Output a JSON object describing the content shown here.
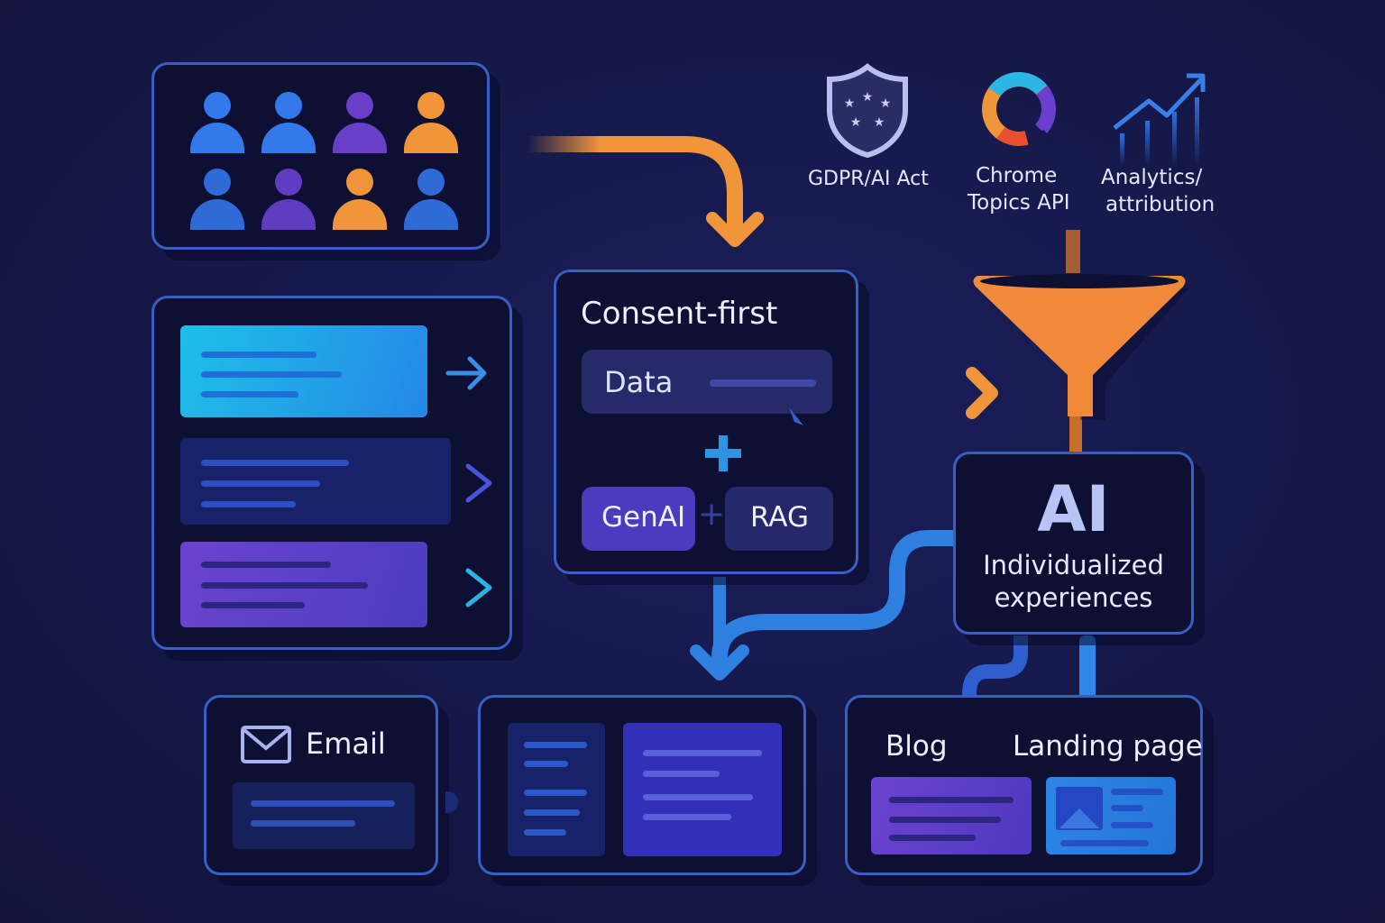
{
  "audience": {
    "people": [
      {
        "color": "#3479ea"
      },
      {
        "color": "#3479ea"
      },
      {
        "color": "#6a3fc8"
      },
      {
        "color": "#f0953a"
      },
      {
        "color": "#2e6bd6"
      },
      {
        "color": "#5f3cc0"
      },
      {
        "color": "#f0953a"
      },
      {
        "color": "#2e6bd6"
      }
    ]
  },
  "icons": {
    "gdpr_label": "GDPR/AI Act",
    "topics_label_1": "Chrome",
    "topics_label_2": "Topics API",
    "analytics_label_1": "Analytics/",
    "analytics_label_2": "attribution"
  },
  "consent": {
    "title": "Consent-first",
    "data_label": "Data",
    "plus": "+",
    "genai_label": "GenAI",
    "rag_label": "RAG"
  },
  "ai_box": {
    "title": "AI",
    "subtitle_1": "Individualized",
    "subtitle_2": "experiences"
  },
  "outputs": {
    "email_label": "Email",
    "blog_label": "Blog",
    "landing_label": "Landing page"
  },
  "colors": {
    "orange": "#f0953a",
    "blue": "#2f86e6",
    "purple": "#5a3fc6",
    "border": "#3a5fc4",
    "background": "#151848"
  }
}
